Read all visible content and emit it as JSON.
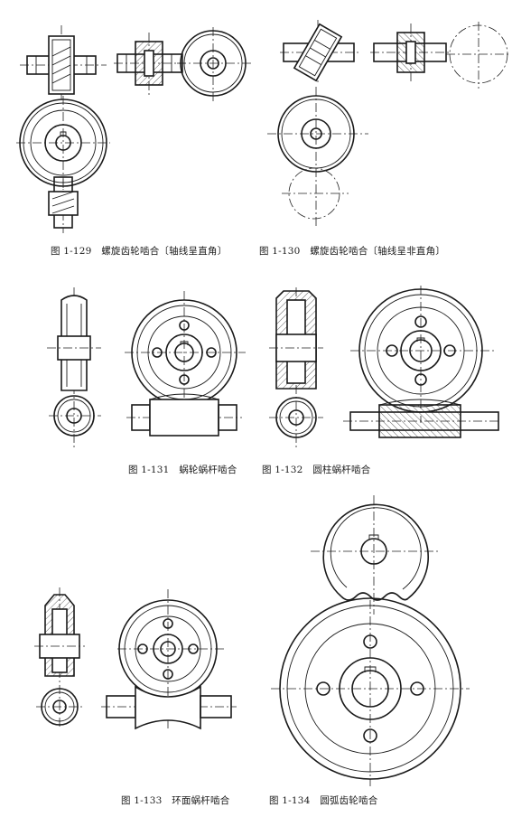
{
  "captions": {
    "fig129": "图 1-129　螺旋齿轮啮合〔轴线呈直角〕",
    "fig130": "图 1-130　螺旋齿轮啮合〔轴线呈非直角〕",
    "fig131": "图 1-131　蜗轮蜗杆啮合",
    "fig132": "图 1-132　圆柱蜗杆啮合",
    "fig133": "图 1-133　环面蜗杆啮合",
    "fig134": "图 1-134　圆弧齿轮啮合"
  }
}
